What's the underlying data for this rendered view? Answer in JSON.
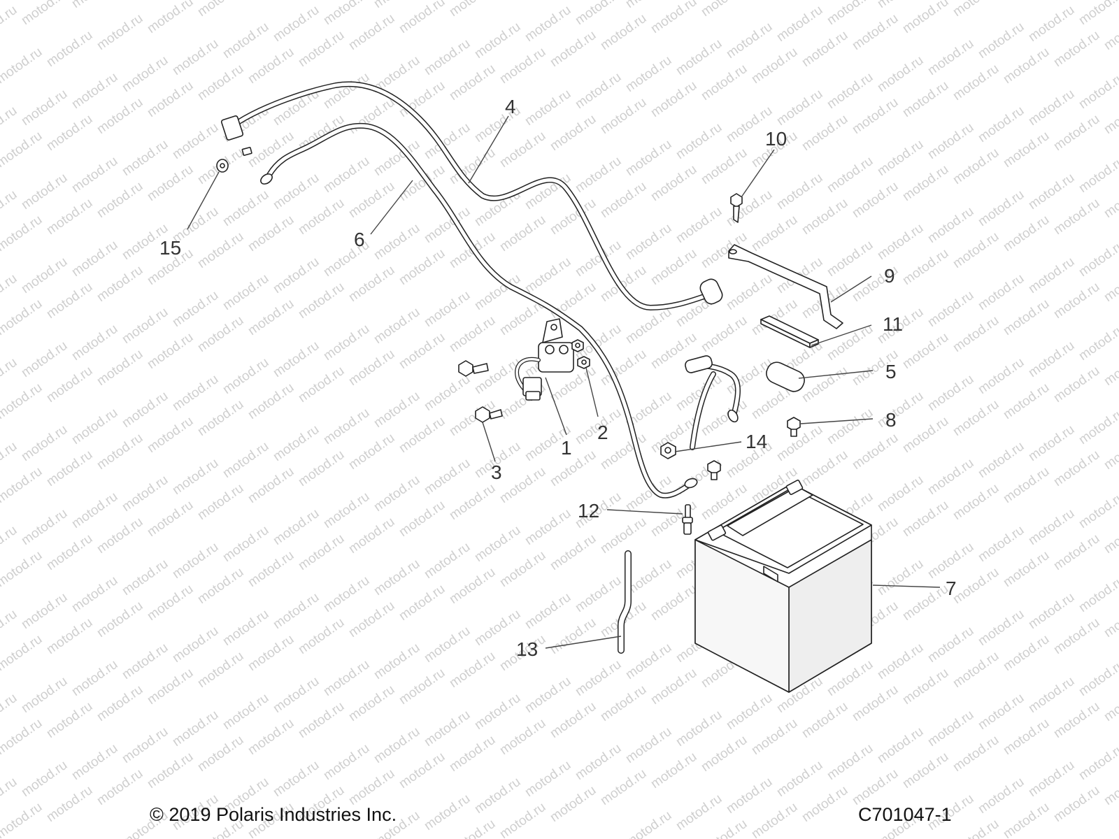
{
  "watermark_text": "motod.ru",
  "callouts": [
    {
      "id": "1",
      "label": "1"
    },
    {
      "id": "2",
      "label": "2"
    },
    {
      "id": "3",
      "label": "3"
    },
    {
      "id": "4",
      "label": "4"
    },
    {
      "id": "5",
      "label": "5"
    },
    {
      "id": "6",
      "label": "6"
    },
    {
      "id": "7",
      "label": "7"
    },
    {
      "id": "8",
      "label": "8"
    },
    {
      "id": "9",
      "label": "9"
    },
    {
      "id": "10",
      "label": "10"
    },
    {
      "id": "11",
      "label": "11"
    },
    {
      "id": "12",
      "label": "12"
    },
    {
      "id": "13",
      "label": "13"
    },
    {
      "id": "14",
      "label": "14"
    },
    {
      "id": "15",
      "label": "15"
    }
  ],
  "footer": {
    "copyright": "© 2019 Polaris Industries Inc.",
    "diagram_id": "C701047-1"
  },
  "colors": {
    "line": "#222222",
    "battery_fill": "#eeeeee",
    "watermark": "#cfcfcf",
    "background": "#ffffff"
  }
}
